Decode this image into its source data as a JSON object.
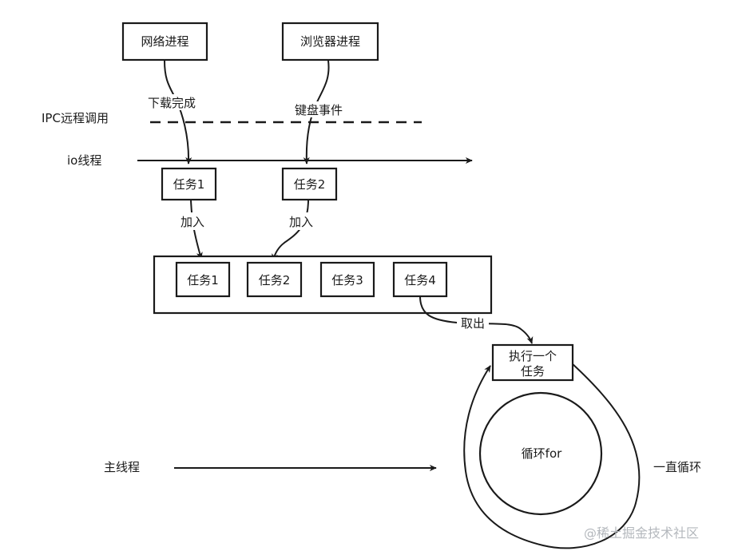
{
  "processes": {
    "network": "网络进程",
    "browser": "浏览器进程"
  },
  "events": {
    "download_done": "下载完成",
    "keyboard_event": "键盘事件"
  },
  "ipc_label": "IPC远程调用",
  "io_thread_label": "io线程",
  "io_tasks": [
    "任务1",
    "任务2"
  ],
  "join_labels": [
    "加入",
    "加入"
  ],
  "queue_tasks": [
    "任务1",
    "任务2",
    "任务3",
    "任务4"
  ],
  "take_out_label": "取出",
  "execute_task": {
    "line1": "执行一个",
    "line2": "任务"
  },
  "loop_label": "循环for",
  "main_thread_label": "主线程",
  "always_loop_label": "一直循环",
  "watermark": "@稀土掘金技术社区"
}
